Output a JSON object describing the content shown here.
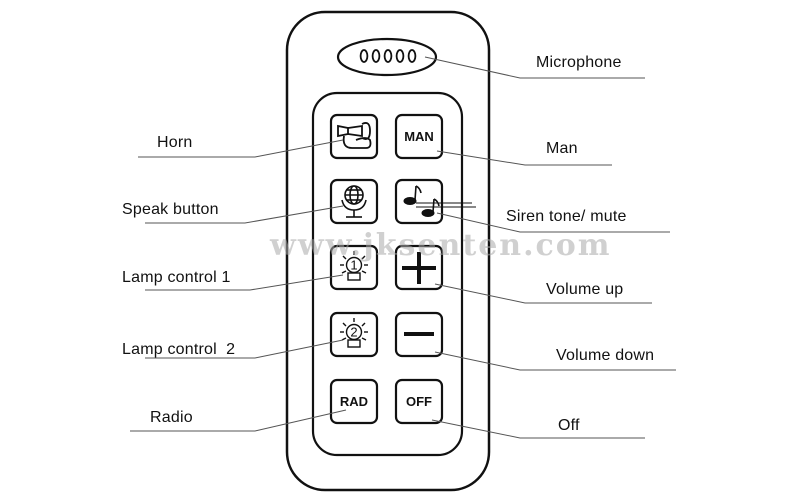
{
  "labels": {
    "microphone": "Microphone",
    "horn": "Horn",
    "man": "Man",
    "speak_button": "Speak button",
    "siren_mute": "Siren tone/ mute",
    "lamp1": "Lamp control 1",
    "volume_up": "Volume up",
    "lamp2": "Lamp control  2",
    "volume_down": "Volume down",
    "radio": "Radio",
    "off": "Off"
  },
  "buttons": {
    "man": "MAN",
    "rad": "RAD",
    "off": "OFF",
    "lamp1_num": "1",
    "lamp2_num": "2"
  },
  "icons": {
    "horn": "horn-icon",
    "speak": "globe-microphone-icon",
    "siren": "music-notes-icon",
    "lamp1": "lamp-1-icon",
    "lamp2": "lamp-2-icon",
    "volume_up": "plus-icon",
    "volume_down": "minus-icon"
  },
  "watermark": "www.jksenten.com",
  "colors": {
    "ink": "#111111",
    "leader": "#555555",
    "watermark": "#aaaaaa"
  }
}
